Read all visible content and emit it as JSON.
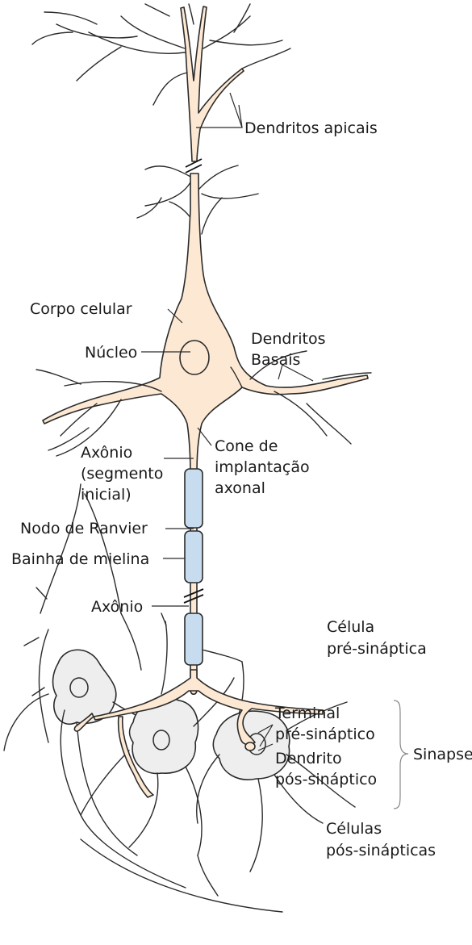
{
  "labels": {
    "apical_dendrites": "Dendritos apicais",
    "cell_body": "Corpo celular",
    "nucleus": "Núcleo",
    "basal_dendrites_1": "Dendritos",
    "basal_dendrites_2": "Basais",
    "axon_initial_1": "Axônio",
    "axon_initial_2": "(segmento",
    "axon_initial_3": "inicial)",
    "axon_hillock_1": "Cone de",
    "axon_hillock_2": "implantação",
    "axon_hillock_3": "axonal",
    "node_of_ranvier": "Nodo de Ranvier",
    "myelin_sheath": "Bainha de mielina",
    "axon": "Axônio",
    "presynaptic_cell_1": "Célula",
    "presynaptic_cell_2": "pré-sináptica",
    "presynaptic_terminal_1": "Terminal",
    "presynaptic_terminal_2": "pré-sináptico",
    "postsynaptic_dendrite_1": "Dendrito",
    "postsynaptic_dendrite_2": "pós-sináptico",
    "synapse": "Sinapse",
    "postsynaptic_cells_1": "Células",
    "postsynaptic_cells_2": "pós-sinápticas"
  },
  "colors": {
    "neuron_fill": "#fde9d3",
    "myelin_fill": "#c8dcf0",
    "postsynaptic_fill": "#eeeeee",
    "outline": "#2b2b2b"
  }
}
